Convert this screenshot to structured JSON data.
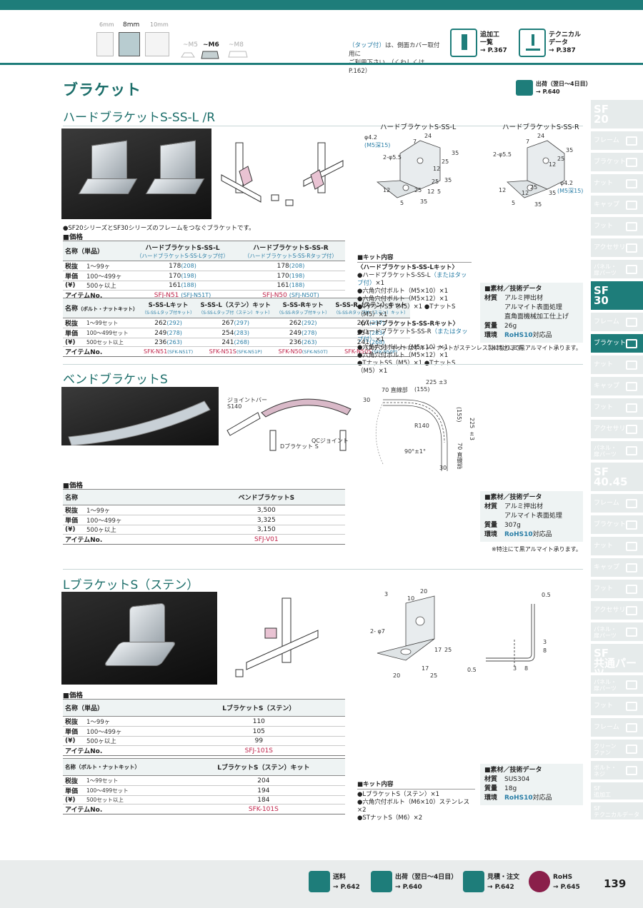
{
  "header": {
    "slots": [
      {
        "label": "6mm",
        "active": false
      },
      {
        "label": "8mm",
        "active": true
      },
      {
        "label": "10mm",
        "active": false
      }
    ],
    "nuts": [
      {
        "label": "~M5",
        "active": false
      },
      {
        "label": "~M6",
        "active": true
      },
      {
        "label": "~M8",
        "active": false
      }
    ],
    "tap_note": {
      "prefix": "（タップ付）",
      "line1_rest": "は、側面カバー取付用に",
      "line2": "ご利用下さい。（くわしくはP.162）"
    },
    "links": [
      {
        "icon": "drill-icon",
        "line1": "追加工",
        "line2": "一覧",
        "ref": "→ P.367"
      },
      {
        "icon": "document-download-icon",
        "line1": "テクニカル",
        "line2": "データ",
        "ref": "→ P.387"
      }
    ]
  },
  "page_title": "ブラケット",
  "shipping_badge": {
    "line1": "出荷（翌日〜4日目）",
    "line2": "→ P.640"
  },
  "sidebar": [
    {
      "label": "SF\n20",
      "type": "big",
      "state": "inactive"
    },
    {
      "label": "フレーム",
      "icon": "frame-icon"
    },
    {
      "label": "ブラケット",
      "icon": "bracket-icon"
    },
    {
      "label": "ナット",
      "icon": "nut-icon"
    },
    {
      "label": "キャップ",
      "icon": "cap-icon"
    },
    {
      "label": "フット",
      "icon": "foot-icon"
    },
    {
      "label": "アクセサリ",
      "icon": "accessory-icon"
    },
    {
      "label": "パネル・\n扉パーツ",
      "icon": "panel-icon"
    },
    {
      "label": "SF\n30",
      "type": "big",
      "state": "active"
    },
    {
      "label": "フレーム",
      "icon": "frame-icon"
    },
    {
      "label": "ブラケット",
      "icon": "bracket-icon",
      "state": "selected"
    },
    {
      "label": "ナット",
      "icon": "nut-icon"
    },
    {
      "label": "キャップ",
      "icon": "cap-icon"
    },
    {
      "label": "フット",
      "icon": "foot-icon"
    },
    {
      "label": "アクセサリ",
      "icon": "accessory-icon"
    },
    {
      "label": "パネル・\n扉パーツ",
      "icon": "panel-icon"
    },
    {
      "label": "SF\n40.45",
      "type": "big",
      "state": "inactive"
    },
    {
      "label": "フレーム",
      "icon": "frame-icon"
    },
    {
      "label": "ブラケット",
      "icon": "bracket-icon"
    },
    {
      "label": "ナット",
      "icon": "nut-icon"
    },
    {
      "label": "キャップ",
      "icon": "cap-icon"
    },
    {
      "label": "フット",
      "icon": "foot-icon"
    },
    {
      "label": "アクセサリ",
      "icon": "accessory-icon"
    },
    {
      "label": "パネル・\n扉パーツ",
      "icon": "panel-icon"
    },
    {
      "label": "SF\n共通パーツ",
      "type": "big",
      "state": "inactive"
    },
    {
      "label": "パネル・\n扉パーツ",
      "icon": "panel-icon"
    },
    {
      "label": "フット",
      "icon": "foot-icon"
    },
    {
      "label": "フレーム",
      "icon": "frame-icon"
    },
    {
      "label": "クリーン\nファン",
      "icon": "fan-icon"
    },
    {
      "label": "ボルト・\nネジ",
      "icon": "bolt-icon"
    },
    {
      "label": "SF\n追加工",
      "type": "plain"
    },
    {
      "label": "SF\nテクニカルデータ",
      "type": "plain"
    }
  ],
  "sec1": {
    "title": "ハードブラケットS-SS-L /R",
    "drawing_titles": [
      "ハードブラケットS-SS-L",
      "ハードブラケットS-SS-R"
    ],
    "dims_L": [
      "φ4.2",
      "(M5深15)",
      "2-φ5.5",
      "24",
      "7",
      "35",
      "12",
      "25",
      "35",
      "12",
      "5",
      "25",
      "12",
      "35",
      "25",
      "5"
    ],
    "dims_R": [
      "24",
      "7",
      "2-φ5.5",
      "35",
      "12",
      "25",
      "12",
      "35",
      "5",
      "12",
      "25",
      "35",
      "φ4.2",
      "(M5深15)"
    ],
    "bullet": "●SF20シリーズとSF30シリーズのフレームをつなぐブラケットです。",
    "price_label": "■価格",
    "table1": {
      "h_name": "名称（単品）",
      "cols": [
        {
          "title": "ハードブラケットS-SS-L",
          "sub": "（ハードブラケットS-SS-Lタップ付）"
        },
        {
          "title": "ハードブラケットS-SS-R",
          "sub": "（ハードブラケットS-SS-Rタップ付）"
        }
      ],
      "rows": [
        {
          "k": "税抜",
          "q": "1〜99ヶ",
          "v": [
            "178",
            "178"
          ],
          "t": [
            "(208)",
            "(208)"
          ]
        },
        {
          "k": "単価",
          "q": "100〜499ヶ",
          "v": [
            "170",
            "170"
          ],
          "t": [
            "(198)",
            "(198)"
          ]
        },
        {
          "k": "(¥)",
          "q": "500ヶ以上",
          "v": [
            "161",
            "161"
          ],
          "t": [
            "(188)",
            "(188)"
          ]
        }
      ],
      "item_label": "アイテムNo.",
      "items": [
        {
          "code": "SFJ-N51",
          "tap": "(SFJ-N51T)"
        },
        {
          "code": "SFJ-N50",
          "tap": "(SFJ-N50T)"
        }
      ]
    },
    "table2": {
      "h_name": "名称",
      "h_name_sub": "（ボルト・ナットキット）",
      "cols": [
        {
          "title": "S-SS-Lキット",
          "sub": "（S-SS-Lタップ付キット）"
        },
        {
          "title": "S-SS-L（ステン）キット",
          "sub": "（S-SS-Lタップ付（ステン）キット）"
        },
        {
          "title": "S-SS-Rキット",
          "sub": "（S-SS-Rタップ付キット）"
        },
        {
          "title": "S-SS-R（ステン）キット",
          "sub": "（S-SS-Rタップ付（ステン）キット）"
        }
      ],
      "rows": [
        {
          "k": "税抜",
          "q": "1〜99セット",
          "v": [
            "262",
            "267",
            "262",
            "267"
          ],
          "t": [
            "(292)",
            "(297)",
            "(292)",
            "(297)"
          ]
        },
        {
          "k": "単価",
          "q": "100〜499セット",
          "v": [
            "249",
            "254",
            "249",
            "254"
          ],
          "t": [
            "(278)",
            "(283)",
            "(278)",
            "(283)"
          ]
        },
        {
          "k": "(¥)",
          "q": "500セット以上",
          "v": [
            "236",
            "241",
            "236",
            "241"
          ],
          "t": [
            "(263)",
            "(268)",
            "(263)",
            "(268)"
          ]
        }
      ],
      "item_label": "アイテムNo.",
      "items": [
        {
          "code": "SFK-N51",
          "tap": "(SFK-N51T)"
        },
        {
          "code": "SFK-N51S",
          "tap": "(SFK-N51P)"
        },
        {
          "code": "SFK-N50",
          "tap": "(SFK-N50T)"
        },
        {
          "code": "SFK-N50S",
          "tap": "(SFK-N50P)"
        }
      ]
    },
    "kit": {
      "title": "■キット内容",
      "l_head": "〈ハードブラケットS-SS-Lキット〉",
      "l_items": [
        "●ハードブラケットS-SS-L",
        "（またはタップ付）",
        "×1",
        "●六角穴付ボルト（M5×10）×1",
        "●六角穴付ボルト（M5×12）×1",
        "●TナットSS（M5）×1 ●TナットS（M5）×1"
      ],
      "r_head": "〈ハードブラケットS-SS-Rキット〉",
      "r_items": [
        "●ハードブラケットS-SS-R",
        "（またはタップ付）",
        "×1",
        "●六角穴付ボルト（M5×10）×1",
        "●六角穴付ボルト（M5×12）×1",
        "●TナットSS（M5）×1 ●TナットS（M5）×1"
      ],
      "footnote": "※（ステン）キットはボルト・ナットがステンレス製になります。"
    },
    "spec": {
      "title": "■素材／技術データ",
      "material_k": "材質",
      "material_v": [
        "アルミ押出材",
        "アルマイト表面処理",
        "直角面機械加工仕上げ"
      ],
      "mass_k": "質量",
      "mass_v": "26g",
      "env_k": "環境",
      "env_v": "RoHS10",
      "env_suffix": "対応品",
      "note": "※特注にて黒アルマイト承ります。"
    }
  },
  "sec2": {
    "title": "ベンドブラケットS",
    "dims": [
      "225 ±3",
      "(155)",
      "70 直線部",
      "30",
      "R140",
      "90°±1°",
      "225 ±3",
      "(155)",
      "70 直線部",
      "30"
    ],
    "callouts": [
      "ジョイントバー",
      "S140",
      "Dブラケット S",
      "QCジョイント"
    ],
    "price_label": "■価格",
    "table": {
      "h_name": "名称",
      "col": "ベンドブラケットS",
      "rows": [
        {
          "k": "税抜",
          "q": "1〜99ヶ",
          "v": "3,500"
        },
        {
          "k": "単価",
          "q": "100〜499ヶ",
          "v": "3,325"
        },
        {
          "k": "(¥)",
          "q": "500ヶ以上",
          "v": "3,150"
        }
      ],
      "item_label": "アイテムNo.",
      "item": "SFJ-V01"
    },
    "spec": {
      "title": "■素材／技術データ",
      "material_k": "材質",
      "material_v": [
        "アルミ押出材",
        "アルマイト表面処理"
      ],
      "mass_k": "質量",
      "mass_v": "307g",
      "env_k": "環境",
      "env_v": "RoHS10",
      "env_suffix": "対応品",
      "note": "※特注にて黒アルマイト承ります。"
    }
  },
  "sec3": {
    "title": "LブラケットS（ステン）",
    "dims": [
      "3",
      "10",
      "20",
      "2- φ7",
      "20",
      "17",
      "25",
      "17",
      "25",
      "0.5",
      "3",
      "8",
      "0.5",
      "3",
      "8"
    ],
    "price_label": "■価格",
    "table1": {
      "h_name": "名称（単品）",
      "col": "LブラケットS（ステン）",
      "rows": [
        {
          "k": "税抜",
          "q": "1〜99ヶ",
          "v": "110"
        },
        {
          "k": "単価",
          "q": "100〜499ヶ",
          "v": "105"
        },
        {
          "k": "(¥)",
          "q": "500ヶ以上",
          "v": "99"
        }
      ],
      "item_label": "アイテムNo.",
      "item": "SFJ-101S"
    },
    "table2": {
      "h_name": "名称（ボルト・ナットキット）",
      "col": "LブラケットS（ステン）キット",
      "rows": [
        {
          "k": "税抜",
          "q": "1〜99セット",
          "v": "204"
        },
        {
          "k": "単価",
          "q": "100〜499セット",
          "v": "194"
        },
        {
          "k": "(¥)",
          "q": "500セット以上",
          "v": "184"
        }
      ],
      "item_label": "アイテムNo.",
      "item": "SFK-101S"
    },
    "kit": {
      "title": "■キット内容",
      "items": [
        "●LブラケットS（ステン）×1",
        "●六角穴付ボルト（M6×10）ステンレス×2",
        "●STナットS（M6）×2"
      ]
    },
    "spec": {
      "title": "■素材／技術データ",
      "material_k": "材質",
      "material_v": "SUS304",
      "mass_k": "質量",
      "mass_v": "18g",
      "env_k": "環境",
      "env_v": "RoHS10",
      "env_suffix": "対応品"
    }
  },
  "footer": {
    "links": [
      {
        "icon": "truck-icon",
        "label": "送料",
        "ref": "→ P.642"
      },
      {
        "icon": "shipping-icon",
        "label": "出荷（翌日〜4日目）",
        "ref": "→ P.640"
      },
      {
        "icon": "quote-order-icon",
        "label": "見積・注文",
        "ref": "→ P.642"
      },
      {
        "icon": "rohs-icon",
        "label": "RoHS",
        "ref": "→ P.645"
      }
    ],
    "page_number": "139"
  },
  "colors": {
    "accent": "#1e7d7a",
    "blue_text": "#2a7ea6",
    "item_red": "#c0244a",
    "table_head": "#eef3f3"
  }
}
